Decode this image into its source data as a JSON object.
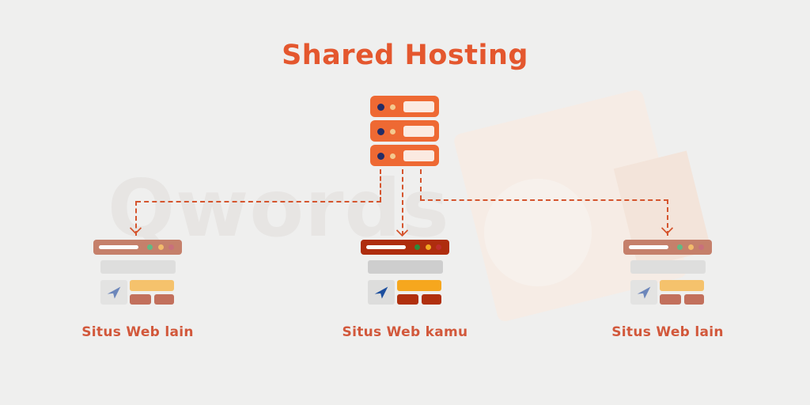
{
  "title": "Shared Hosting",
  "watermark": {
    "text": "Qwords"
  },
  "server": {
    "name": "shared-server-stack",
    "units": 3
  },
  "sites": [
    {
      "id": "left",
      "label": "Situs Web lain",
      "variant": "muted"
    },
    {
      "id": "center",
      "label": "Situs Web kamu",
      "variant": "vivid"
    },
    {
      "id": "right",
      "label": "Situs Web lain",
      "variant": "muted"
    }
  ],
  "icons": [
    "server-icon",
    "browser-window-icon",
    "send-plane-icon",
    "traffic-light-dots-icon",
    "dashed-arrow-down-icon"
  ],
  "colors": {
    "bg": "#EFEFEE",
    "accent": "#E4572E",
    "dash": "#D5552E",
    "label": "#D2583B",
    "serverOrange": "#EE6933",
    "serverSlot": "#FBEAE1",
    "serverNavy": "#222C66",
    "serverPeach": "#F4C98F",
    "mutedBar": "#C5806B",
    "vividBar": "#AE2D0E",
    "wmText": "#E7E5E3",
    "wmShape": "#F6ECE5"
  }
}
